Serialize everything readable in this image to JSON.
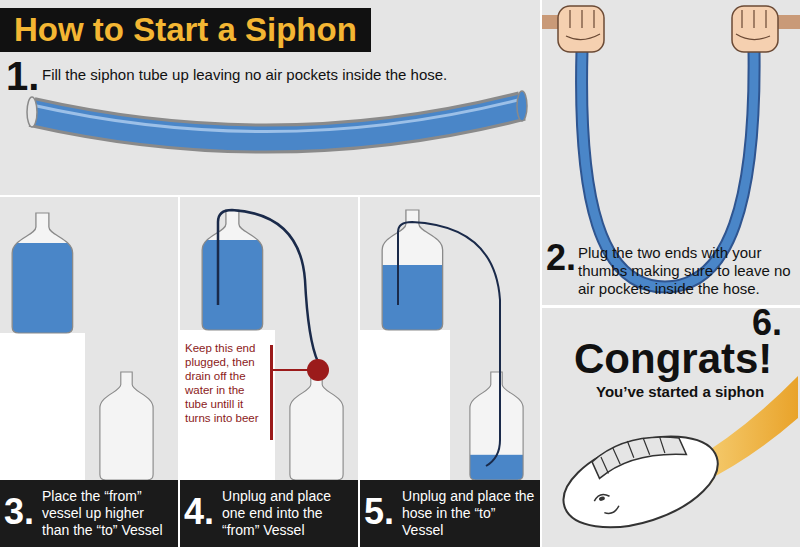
{
  "diagram": {
    "title": "How to Start a Siphon",
    "nodes": [
      {
        "text": [
          "3.",
          "Place the “from” vessel up higher than the “to” Vessel"
        ]
      },
      {
        "text": [
          "4.",
          "Unplug and place one end into the “from” Vessel"
        ]
      },
      {
        "text": [
          "5.",
          "Unplug and place the hose in the “to” Vessel"
        ]
      }
    ],
    "labels": [
      "1.",
      "Fill the siphon tube up leaving no air pockets inside the hose.",
      "2.",
      "Plug the two ends with your thumbs making sure to leave no air pockets inside the hose.",
      "Keep this end plugged, then drain off the water in the tube untill it turns into beer",
      "6.",
      "Congrats!",
      "You’ve started a siphon"
    ]
  }
}
